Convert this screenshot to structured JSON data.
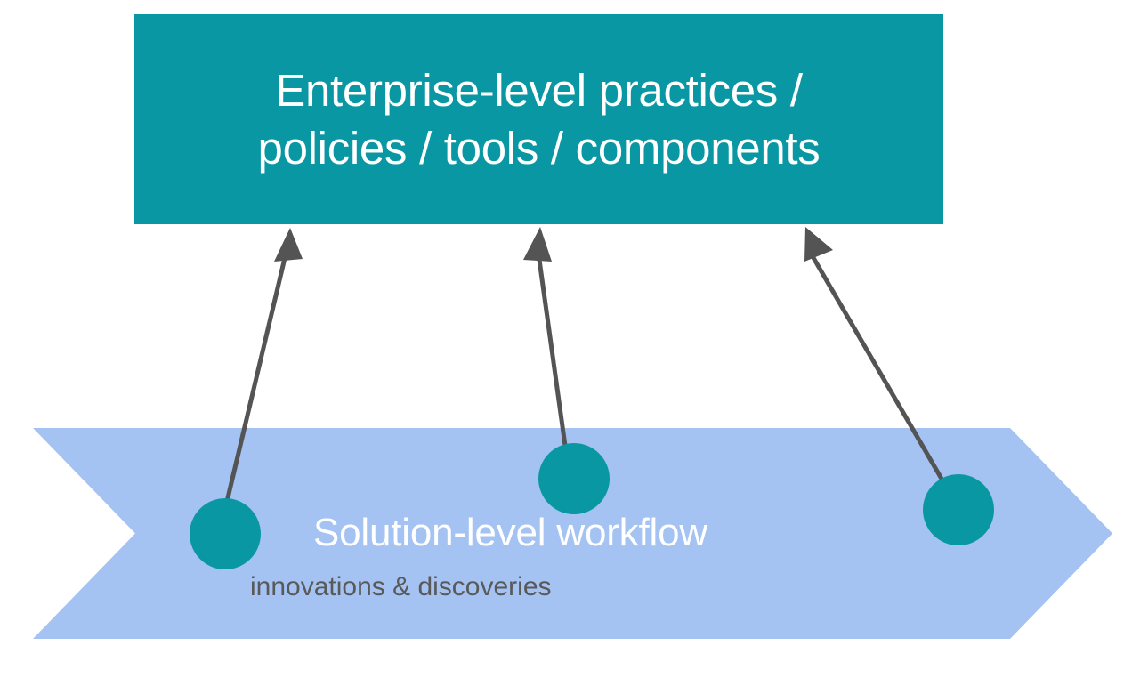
{
  "diagram": {
    "title_block": {
      "label": "Enterprise-level practices /\npolicies / tools / components",
      "fill_color": "#0A97A4",
      "text_color": "#FFFFFF"
    },
    "workflow_band": {
      "title": "Solution-level workflow",
      "subtitle": "innovations & discoveries",
      "fill_color": "#A4C2F2",
      "title_color": "#FFFFFF",
      "subtitle_color": "#595959",
      "shape": "chevron-arrow-right"
    },
    "nodes": [
      {
        "id": "node-1",
        "label": "",
        "color": "#0A97A4",
        "shape": "circle"
      },
      {
        "id": "node-2",
        "label": "",
        "color": "#0A97A4",
        "shape": "circle"
      },
      {
        "id": "node-3",
        "label": "",
        "color": "#0A97A4",
        "shape": "circle"
      }
    ],
    "connectors": [
      {
        "id": "connector-1",
        "from": "node-1",
        "to": "title_block",
        "color": "#545454",
        "arrow": "end"
      },
      {
        "id": "connector-2",
        "from": "node-2",
        "to": "title_block",
        "color": "#545454",
        "arrow": "end"
      },
      {
        "id": "connector-3",
        "from": "node-3",
        "to": "title_block",
        "color": "#545454",
        "arrow": "end"
      }
    ]
  }
}
